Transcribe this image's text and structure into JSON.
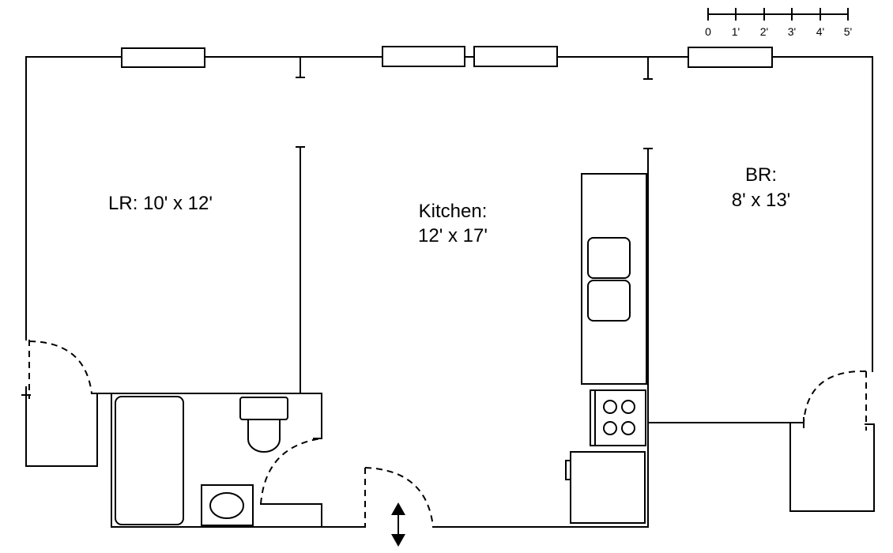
{
  "rooms": {
    "living_room": {
      "label": "LR: 10' x 12'"
    },
    "kitchen": {
      "name": "Kitchen:",
      "size": "12' x 17'"
    },
    "bedroom": {
      "name": "BR:",
      "size": "8' x 13'"
    }
  },
  "scale_bar": {
    "ticks": [
      "0",
      "1'",
      "2'",
      "3'",
      "4'",
      "5'"
    ]
  },
  "colors": {
    "line": "#000000",
    "background": "#ffffff"
  },
  "icons": {
    "entry": "double-arrow-vertical-icon"
  }
}
